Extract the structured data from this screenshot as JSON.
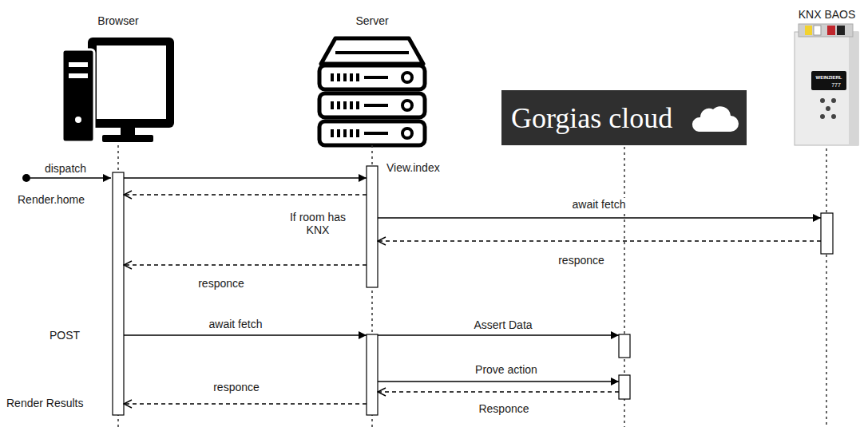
{
  "diagram": {
    "nodes": [
      {
        "text": [
          "Browser"
        ]
      },
      {
        "text": [
          "Server"
        ]
      },
      {
        "text": [
          "Gorgias cloud"
        ]
      },
      {
        "text": [
          "KNX BAOS"
        ]
      }
    ],
    "edges": [
      {
        "from": 0,
        "to": 1,
        "arrow": "to"
      },
      {
        "from": 1,
        "to": 0,
        "arrow": "to"
      },
      {
        "from": 1,
        "to": 3,
        "arrow": "to",
        "label": "await fetch"
      },
      {
        "from": 3,
        "to": 1,
        "arrow": "to",
        "label": "responce"
      },
      {
        "from": 1,
        "to": 0,
        "arrow": "to",
        "label": "responce"
      },
      {
        "from": 0,
        "to": 1,
        "arrow": "to",
        "label": "await fetch"
      },
      {
        "from": 1,
        "to": 2,
        "arrow": "to",
        "label": "Assert Data"
      },
      {
        "from": 1,
        "to": 2,
        "arrow": "to",
        "label": "Prove action"
      },
      {
        "from": 2,
        "to": 1,
        "arrow": "to",
        "label": "Responce"
      },
      {
        "from": 1,
        "to": 0,
        "arrow": "to",
        "label": "responce"
      }
    ],
    "labels": [
      "dispatch",
      "View.index",
      "Render.home",
      "If room has KNX",
      "POST",
      "Render Results",
      "WEINZIERL",
      "777"
    ]
  }
}
